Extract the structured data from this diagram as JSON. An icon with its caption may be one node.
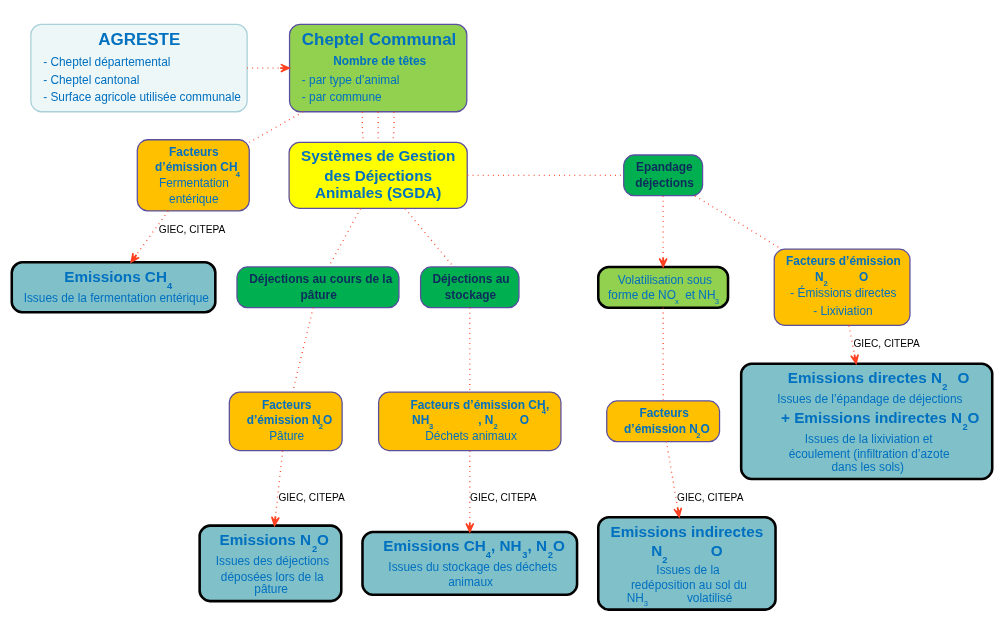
{
  "diagram": {
    "nodes": [
      {
        "text": [
          "Cheptel Communal",
          "Nombre de têtes",
          "- par type d’animal",
          "- par commune"
        ]
      },
      {
        "text": [
          "AGRESTE",
          "- Cheptel départemental",
          "- Cheptel cantonal",
          "- Surface agricole utilisée communale"
        ]
      },
      {
        "text": [
          "Facteurs d’émission CH$_{4}$",
          "Fermentation entérique"
        ]
      },
      {
        "text": [
          "Systèmes de Gestion des Déjections Animales (SGDA)"
        ]
      },
      {
        "text": [
          "Epandage déjections"
        ]
      },
      {
        "text": [
          "Emissions CH$_{4}$",
          "Issues de la fermentation entérique"
        ]
      },
      {
        "text": [
          "Volatilisation sous forme de NO$_{x}$ et NH$_{3}$"
        ]
      },
      {
        "text": [
          "Facteurs d’émission N$_{2}$O",
          "- Émissions directes",
          "- Lixiviation"
        ]
      },
      {
        "text": [
          "Déjections au cours de la pâture"
        ]
      },
      {
        "text": [
          "Facteurs d’émission N$_{2}$O"
        ]
      },
      {
        "text": [
          "Déjections au stockage"
        ]
      },
      {
        "text": [
          "Facteurs d’émission N$_{2}$O",
          "Pâture"
        ]
      },
      {
        "text": [
          "Facteurs d’émission CH$_{4}$, NH$_{3}$, N$_{2}$O",
          "Déchets animaux"
        ]
      },
      {
        "text": [
          "Emissions directes N$_{2}$O",
          "Issues de l’épandage de déjections",
          "+ Emissions indirectes N$_{2}$O",
          "Issues de la lixiviation et écoulement (infiltration d’azote dans les sols)"
        ]
      },
      {
        "text": [
          "Emissions indirectes N$_{2}$O",
          "Issues de la redéposition au sol du NH$_{3}$ volatilisé"
        ]
      },
      {
        "text": [
          "Emissions N$_{2}$O",
          "Issues des déjections déposées lors de la pâture"
        ]
      },
      {
        "text": [
          "Emissions CH$_{4}$, NH$_{3}$, N$_{2}$O",
          "Issues du stockage des déchets animaux"
        ]
      }
    ],
    "edges": [
      {
        "from": 1,
        "to": 0,
        "arrow": "to"
      },
      {
        "from": 0,
        "to": 2,
        "arrow": "none"
      },
      {
        "from": 2,
        "to": 5,
        "arrow": "to",
        "label": "GIEC, CITEPA"
      },
      {
        "from": 0,
        "to": 3,
        "arrow": "none"
      },
      {
        "from": 0,
        "to": 3,
        "arrow": "none"
      },
      {
        "from": 0,
        "to": 3,
        "arrow": "none"
      },
      {
        "from": 3,
        "to": 4,
        "arrow": "none"
      },
      {
        "from": 4,
        "to": 7,
        "arrow": "none"
      },
      {
        "from": 4,
        "to": 6,
        "arrow": "to"
      },
      {
        "from": 3,
        "to": 8,
        "arrow": "none"
      },
      {
        "from": 3,
        "to": 10,
        "arrow": "none"
      },
      {
        "from": 6,
        "to": 9,
        "arrow": "none"
      },
      {
        "from": 7,
        "to": 13,
        "arrow": "to",
        "label": "GIEC, CITEPA"
      },
      {
        "from": 9,
        "to": 14,
        "arrow": "to",
        "label": "GIEC, CITEPA"
      },
      {
        "from": 8,
        "to": 11,
        "arrow": "none"
      },
      {
        "from": 11,
        "to": 15,
        "arrow": "to",
        "label": "GIEC, CITEPA"
      },
      {
        "from": 10,
        "to": 12,
        "arrow": "none"
      },
      {
        "from": 12,
        "to": 16,
        "arrow": "to",
        "label": "GIEC, CITEPA"
      }
    ]
  }
}
